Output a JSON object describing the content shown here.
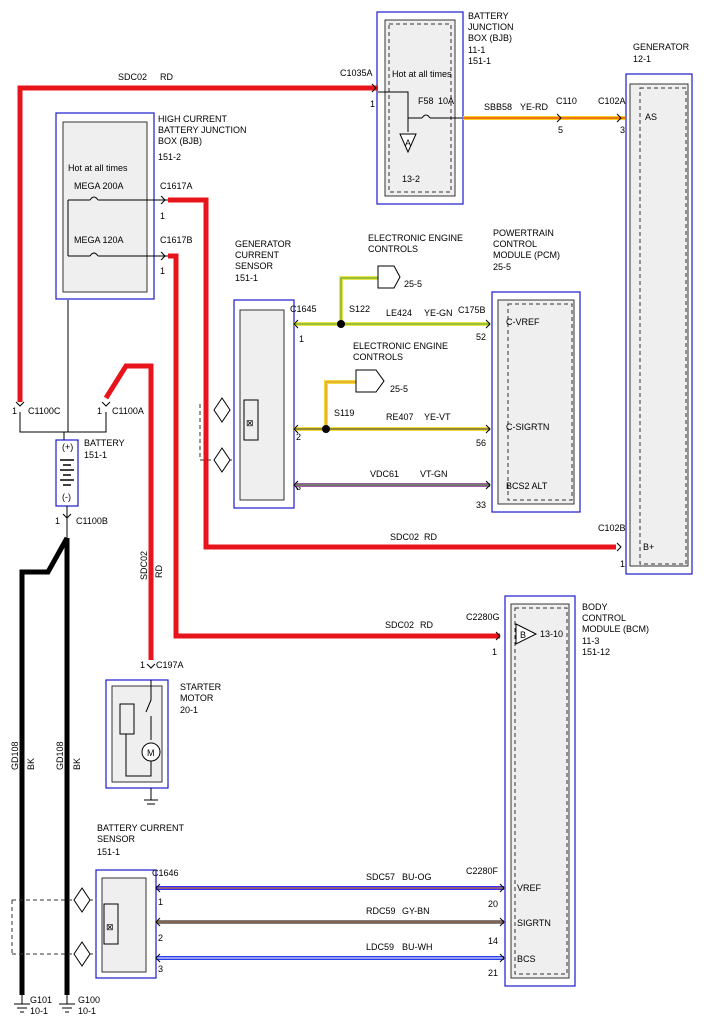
{
  "bjb_top": {
    "name": [
      "BATTERY",
      "JUNCTION",
      "BOX (BJB)"
    ],
    "refs": [
      "11-1",
      "151-1"
    ],
    "hot": "Hot at all times",
    "fuse": "F58",
    "amp": "10A",
    "pin": "1",
    "ref_below": "13-2",
    "icon": "A",
    "connector": "C1035A"
  },
  "hc_bjb": {
    "name": [
      "HIGH CURRENT",
      "BATTERY JUNCTION",
      "BOX (BJB)"
    ],
    "ref": "151-2",
    "hot": "Hot at all times",
    "mega1": "MEGA 200A",
    "mega2": "MEGA 120A",
    "conn1": "C1617A",
    "conn2": "C1617B",
    "pin1": "1",
    "pin2": "1"
  },
  "generator": {
    "name": "GENERATOR",
    "ref": "12-1",
    "pin_as": "AS",
    "pin_bplus": "B+",
    "conn_a": "C102A",
    "conn_b": "C102B",
    "pin_a": "3",
    "pin_b": "1"
  },
  "gen_current_sensor": {
    "name": [
      "GENERATOR",
      "CURRENT",
      "SENSOR"
    ],
    "ref": "151-1",
    "conn": "C1645",
    "pins": [
      "1",
      "2",
      "3"
    ]
  },
  "eec1": {
    "name": [
      "ELECTRONIC ENGINE",
      "CONTROLS"
    ],
    "ref": "25-5",
    "splice": "S122"
  },
  "eec2": {
    "name": [
      "ELECTRONIC ENGINE",
      "CONTROLS"
    ],
    "ref": "25-5",
    "splice": "S119"
  },
  "pcm": {
    "name": [
      "POWERTRAIN",
      "CONTROL",
      "MODULE (PCM)"
    ],
    "ref": "25-5",
    "conn": "C175B",
    "pins": [
      {
        "label": "C-VREF",
        "num": "52"
      },
      {
        "label": "C-SIGRTN",
        "num": "56"
      },
      {
        "label": "BCS2 ALT",
        "num": "33"
      }
    ]
  },
  "wires": {
    "sdc02_top": {
      "circuit": "SDC02",
      "color": "RD"
    },
    "sbb58": {
      "circuit": "SBB58",
      "color": "YE-RD",
      "conn": "C110",
      "pin": "5"
    },
    "le424": {
      "circuit": "LE424",
      "color": "YE-GN"
    },
    "re407": {
      "circuit": "RE407",
      "color": "YE-VT"
    },
    "vdc61": {
      "circuit": "VDC61",
      "color": "VT-GN"
    },
    "sdc02_mid": {
      "circuit": "SDC02",
      "color": "RD"
    },
    "sdc02_bcm": {
      "circuit": "SDC02",
      "color": "RD"
    },
    "sdc02_vert": {
      "circuit": "SDC02",
      "color": "RD"
    },
    "gd108_a": {
      "circuit": "GD108",
      "color": "BK"
    },
    "gd108_b": {
      "circuit": "GD108",
      "color": "BK"
    },
    "sdc57": {
      "circuit": "SDC57",
      "color": "BU-OG"
    },
    "rdc59": {
      "circuit": "RDC59",
      "color": "GY-BN"
    },
    "ldc59": {
      "circuit": "LDC59",
      "color": "BU-WH"
    }
  },
  "battery": {
    "name": "BATTERY",
    "ref": "151-1",
    "plus": "(+)",
    "minus": "(-)",
    "c1100c": "C1100C",
    "c1100a": "C1100A",
    "c1100b": "C1100B",
    "pin": "1"
  },
  "bcm": {
    "name": [
      "BODY",
      "CONTROL",
      "MODULE (BCM)"
    ],
    "refs": [
      "11-3",
      "151-12"
    ],
    "conn_g": "C2280G",
    "pin_g": "1",
    "icon": "B",
    "icon_ref": "13-10",
    "conn_f": "C2280F",
    "pins": [
      {
        "label": "VREF",
        "num": "20"
      },
      {
        "label": "SIGRTN",
        "num": "14"
      },
      {
        "label": "BCS",
        "num": "21"
      }
    ]
  },
  "starter": {
    "name": [
      "STARTER",
      "MOTOR"
    ],
    "ref": "20-1",
    "conn": "C197A",
    "pin": "1",
    "motor": "M"
  },
  "bat_current_sensor": {
    "name": [
      "BATTERY CURRENT",
      "SENSOR"
    ],
    "ref": "151-1",
    "conn": "C1646",
    "pins": [
      "1",
      "2",
      "3"
    ]
  },
  "grounds": {
    "g101": "G101",
    "g101_ref": "10-1",
    "g100": "G100",
    "g100_ref": "10-1"
  },
  "colors": {
    "red": "#e8141b",
    "black": "#000000",
    "ye_rd": "#f6d21e",
    "ye_gn": "#e9e64a",
    "ye_vt": "#f1dc3c",
    "vt_gn": "#9a5aa5",
    "bu_og": "#2f2ff0",
    "gy_bn": "#7f7f7f",
    "bu_wh": "#2a3fe8"
  }
}
